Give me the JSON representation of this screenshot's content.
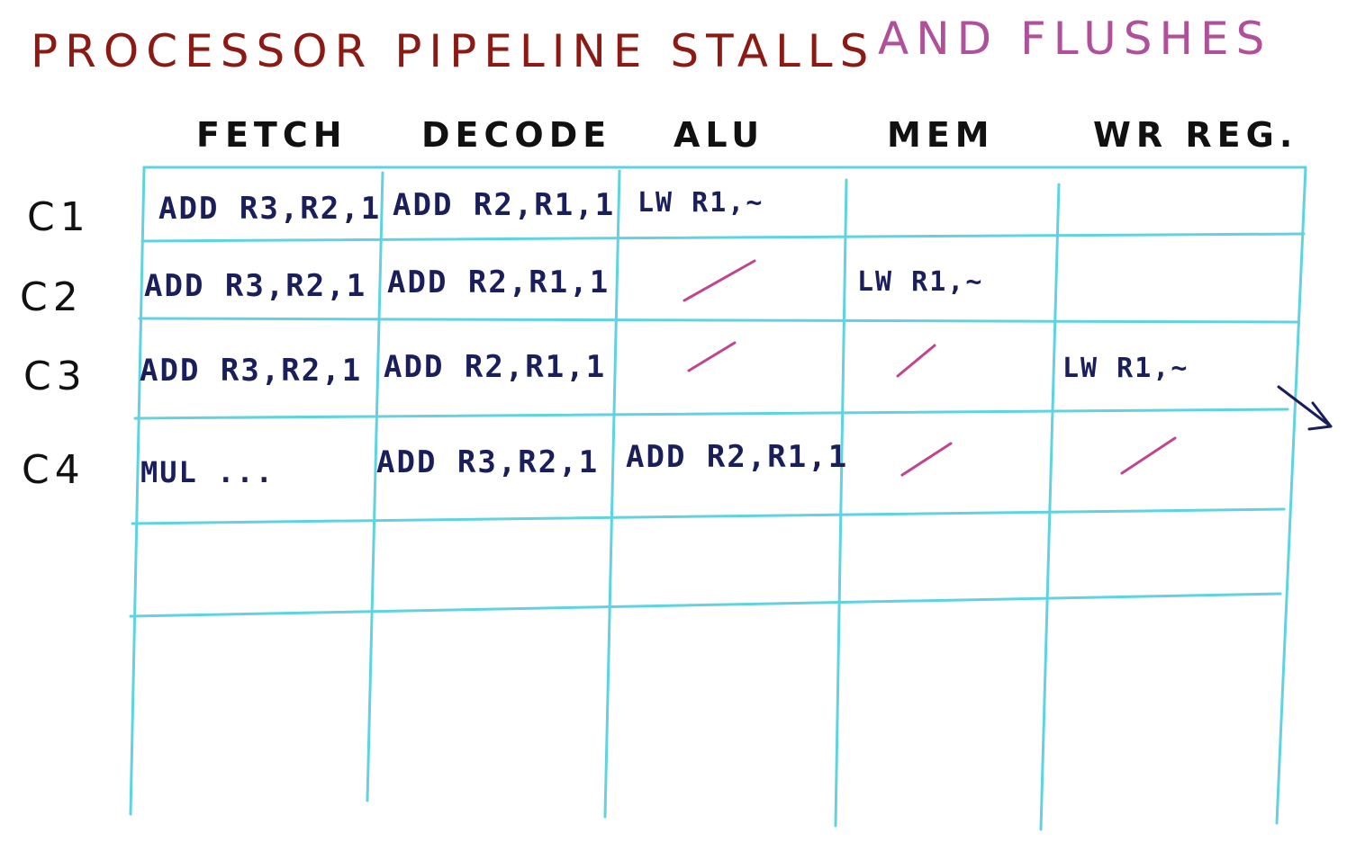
{
  "title": {
    "part1": "PROCESSOR PIPELINE STALLS",
    "part2": "AND FLUSHES"
  },
  "stages": [
    "FETCH",
    "DECODE",
    "ALU",
    "MEM",
    "WR REG."
  ],
  "cycles": [
    "C1",
    "C2",
    "C3",
    "C4"
  ],
  "cells": {
    "c1": [
      "ADD R3,R2,1",
      "ADD R2,R1,1",
      "LW R1,~",
      "",
      ""
    ],
    "c2": [
      "ADD R3,R2,1",
      "ADD R2,R1,1",
      "/",
      "LW R1,~",
      ""
    ],
    "c3": [
      "ADD R3,R2,1",
      "ADD R2,R1,1",
      "/",
      "/",
      "LW R1,~"
    ],
    "c4": [
      "MUL ...",
      "ADD R3,R2,1",
      "ADD R2,R1,1",
      "/",
      "/"
    ]
  },
  "colors": {
    "title_red": "#8b1a14",
    "title_pink": "#b0509a",
    "grid": "#5fd3e0",
    "ink": "#1a1f5c",
    "stall_mark": "#c0458f",
    "arrow": "#1a1f5c"
  },
  "icons": {
    "stall": "slash-stall-icon",
    "exit_arrow": "arrow-out-icon"
  }
}
